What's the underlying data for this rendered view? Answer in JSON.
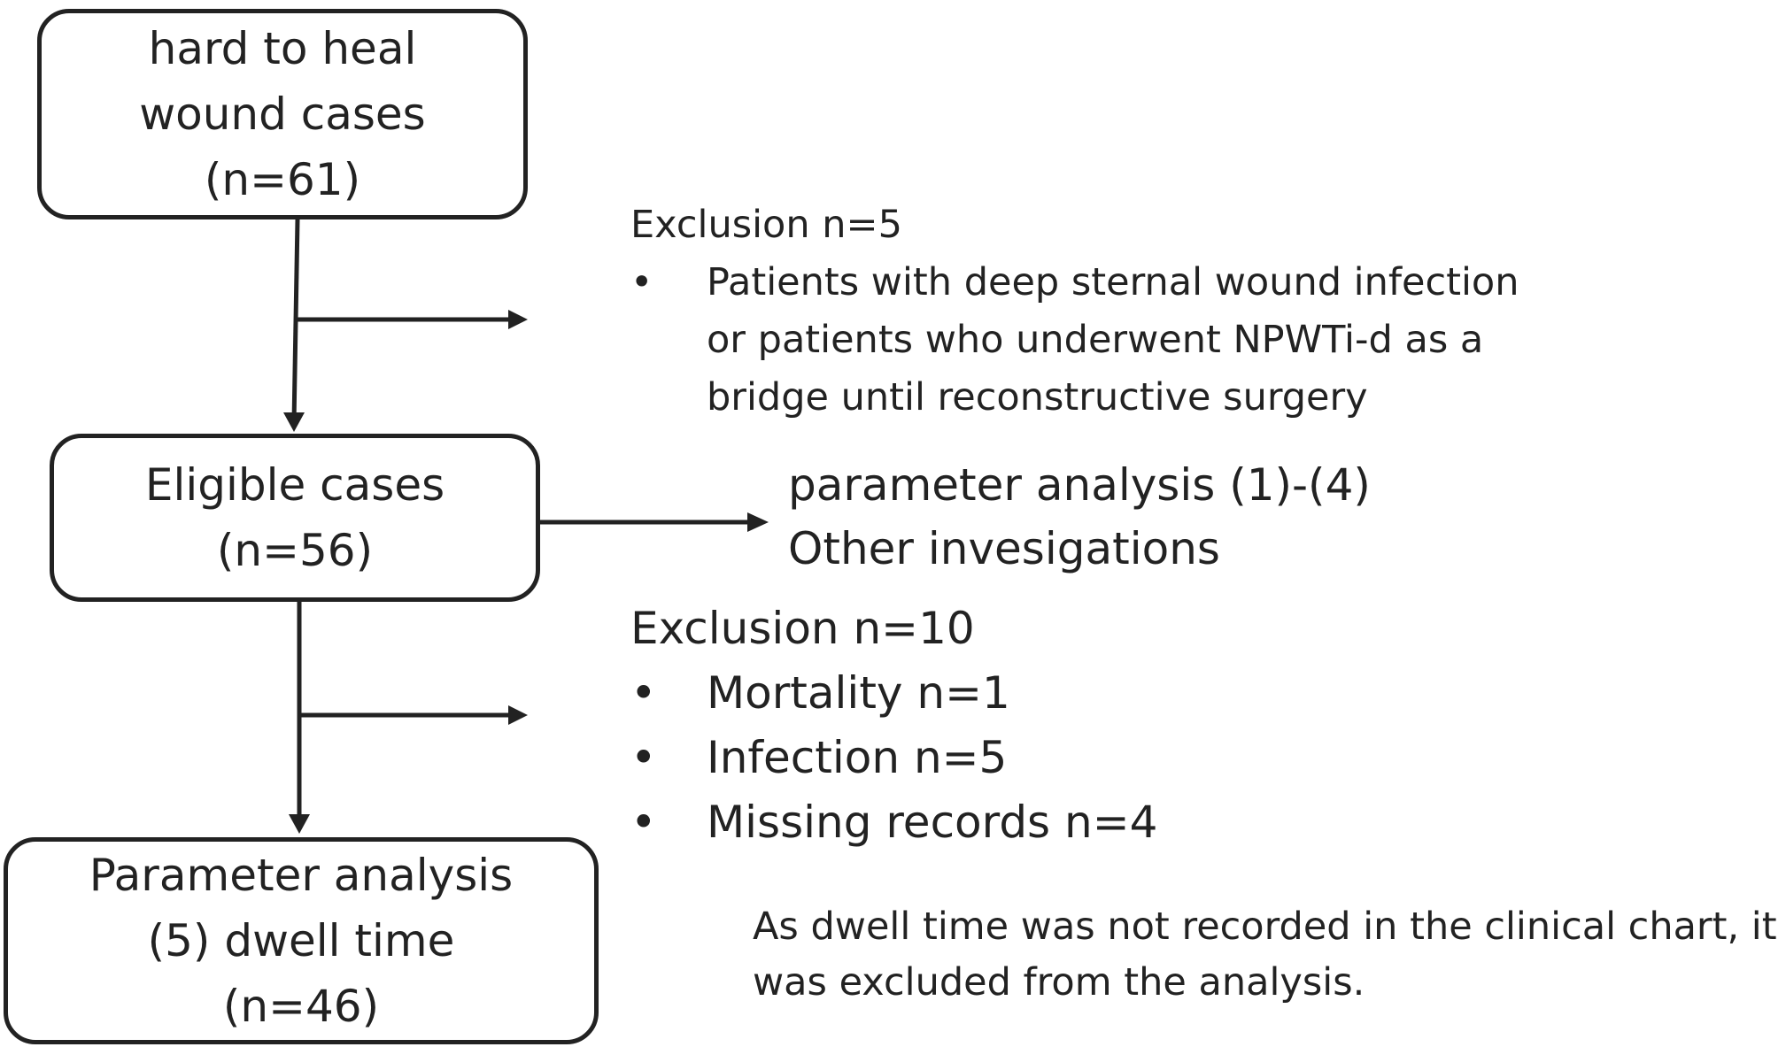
{
  "flow": {
    "start": {
      "lines": [
        "hard to heal",
        "wound cases",
        "(n=61)"
      ]
    },
    "exclusion_1": {
      "heading": "Exclusion   n=5",
      "bullet": "•",
      "item_lines": [
        "Patients with deep sternal wound infection",
        "or patients who underwent NPWTi-d as a",
        "bridge until reconstructive surgery"
      ]
    },
    "eligible": {
      "lines": [
        "Eligible cases",
        "(n=56)"
      ]
    },
    "side_analysis": {
      "lines": [
        "parameter analysis (1)-(4)",
        "Other invesigations"
      ]
    },
    "exclusion_2": {
      "heading": "Exclusion   n=10",
      "bullet": "•",
      "items": [
        "Mortality  n=1",
        "Infection  n=5",
        "Missing records n=4"
      ]
    },
    "final": {
      "lines": [
        "Parameter analysis",
        "(5) dwell time",
        "(n=46)"
      ]
    },
    "dwell_note": {
      "lines": [
        "As dwell time was not recorded in the clinical chart, it",
        "was excluded from the analysis."
      ]
    }
  },
  "colors": {
    "stroke": "#222222",
    "text": "#222222",
    "background": "#ffffff"
  }
}
